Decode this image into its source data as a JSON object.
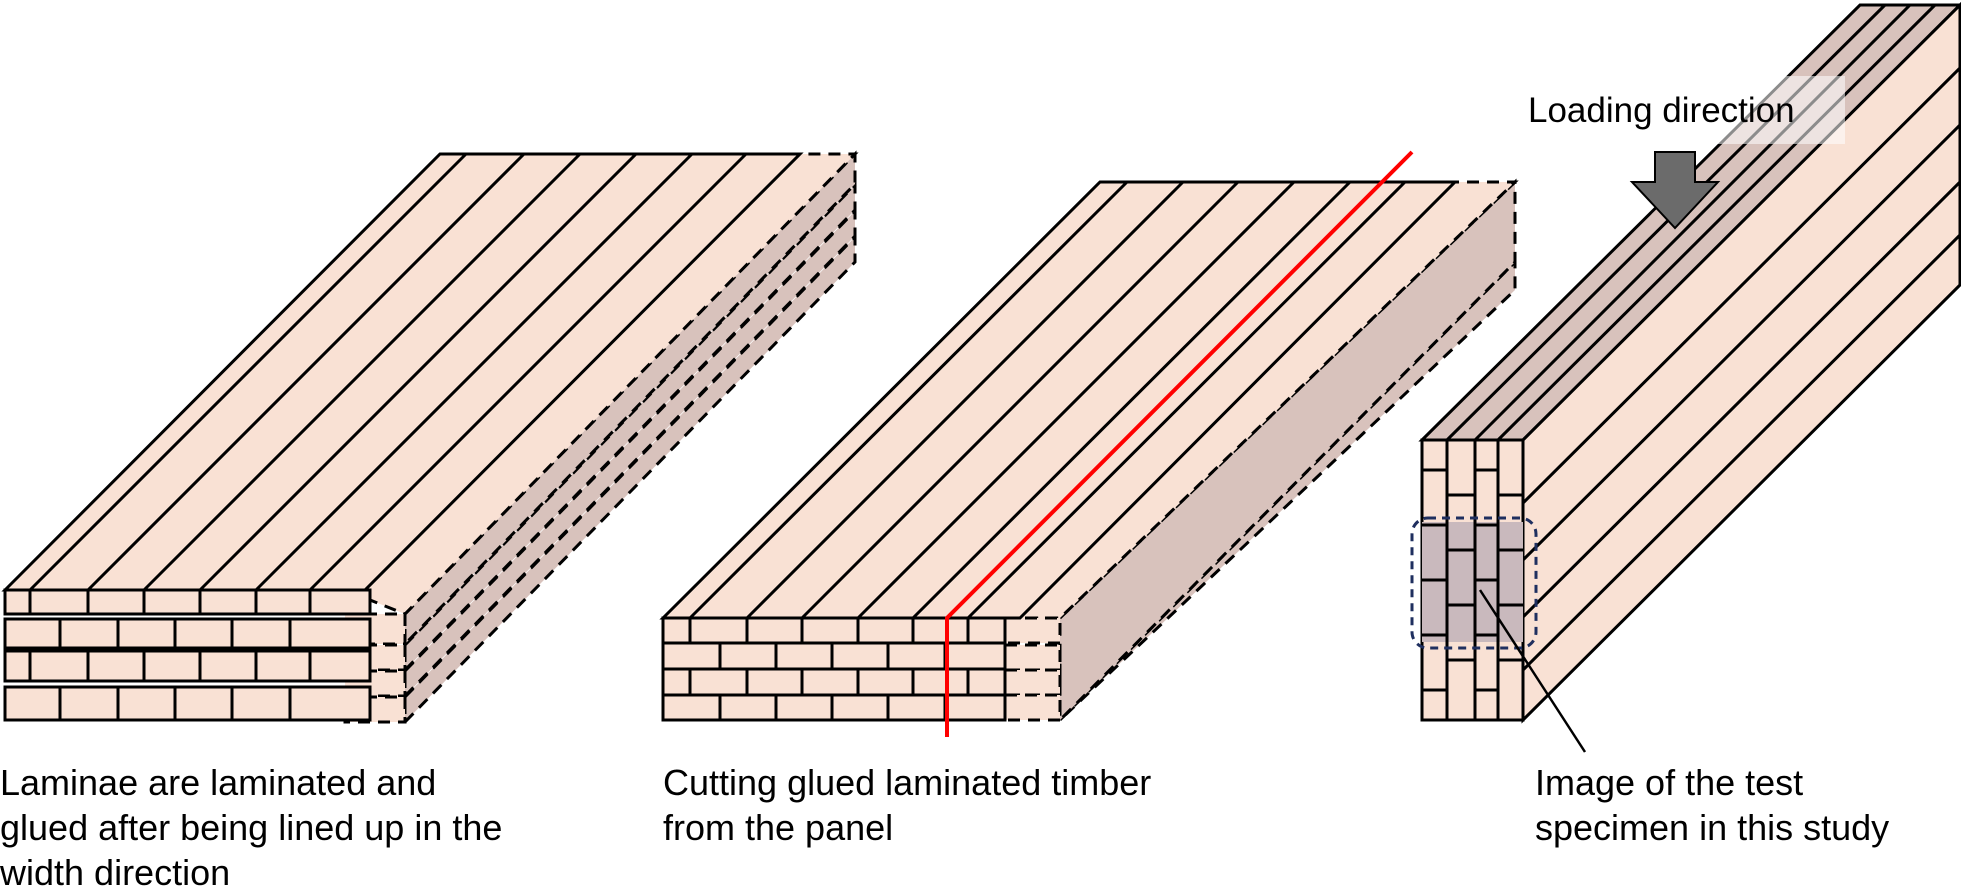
{
  "figure": {
    "captions": {
      "panel_layup": "Laminae are laminated and\nglued after being lined up in the\nwidth direction",
      "cutting": "Cutting glued laminated timber\nfrom the panel",
      "specimen": "Image of the test\nspecimen in this study"
    },
    "annotation": {
      "loading_direction": "Loading direction"
    },
    "colors": {
      "wood_face": "#f9e1d4",
      "wood_side": "#d8c2bc",
      "cut_line": "#ff0000",
      "arrow": "#6b6b6b",
      "specimen_highlight": "#c9b9bd",
      "specimen_outline": "#1f2f5f",
      "stroke": "#000000"
    },
    "icons": [
      "down-arrow-icon"
    ]
  }
}
